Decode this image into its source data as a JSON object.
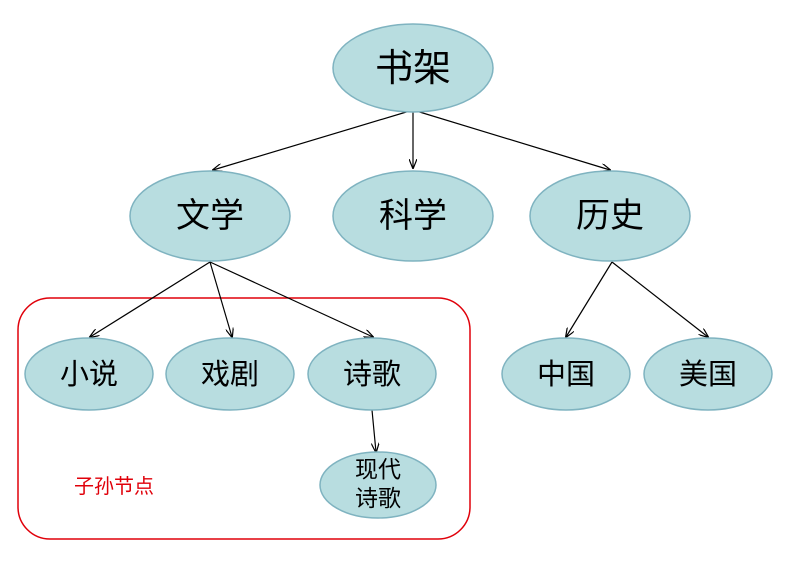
{
  "tree": {
    "root": "书架",
    "categories": {
      "literature": "文学",
      "science": "科学",
      "history": "历史"
    },
    "literature_children": {
      "novel": "小说",
      "drama": "戏剧",
      "poetry": "诗歌"
    },
    "poetry_children": {
      "modern_poetry_line1": "现代",
      "modern_poetry_line2": "诗歌"
    },
    "history_children": {
      "china": "中国",
      "usa": "美国"
    }
  },
  "group": {
    "label": "子孙节点",
    "color": "#e0000a"
  },
  "colors": {
    "node_fill": "#b8dde0",
    "node_stroke": "#7fb3c0"
  }
}
